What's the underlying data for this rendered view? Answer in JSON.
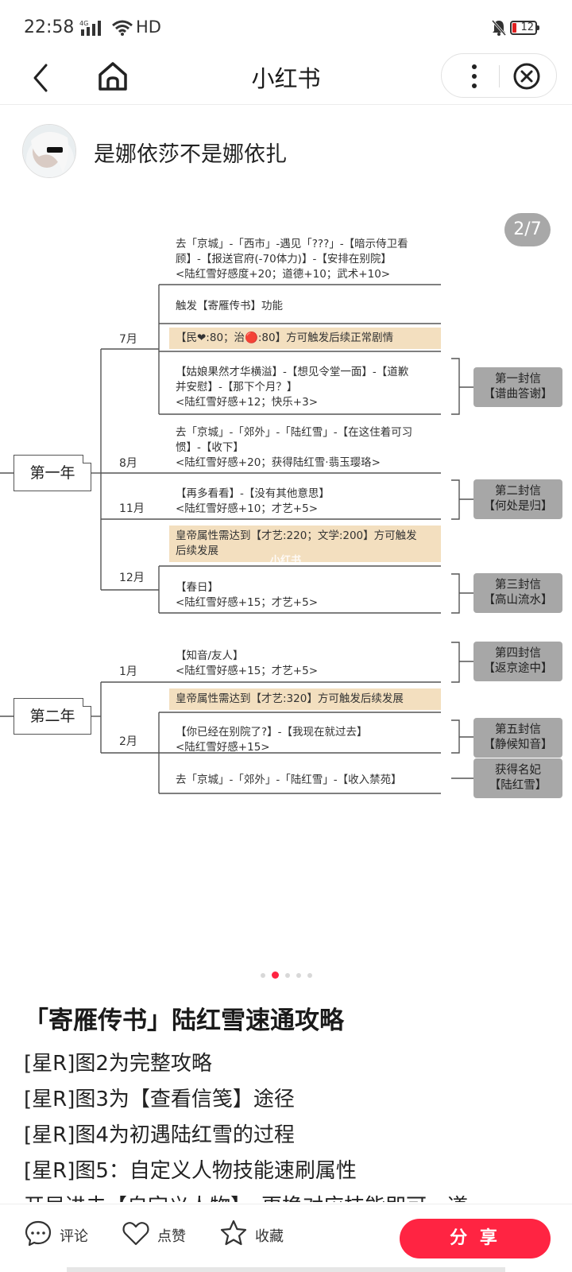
{
  "status_bar": {
    "time": "22:58",
    "network": "4G",
    "hd": "HD",
    "battery": "12"
  },
  "nav": {
    "title": "小红书"
  },
  "author": {
    "name": "是娜依莎不是娜依扎"
  },
  "image": {
    "page_indicator": "2/7",
    "watermark": "小红书",
    "year1": "第一年",
    "year2": "第二年",
    "months": {
      "m7": "7月",
      "m8": "8月",
      "m11": "11月",
      "m12": "12月",
      "m1": "1月",
      "m2": "2月"
    },
    "nodes": {
      "n1": "去「京城」-「西市」-遇见「???」-【暗示侍卫看\n顾】-【报送官府(-70体力)】-【安排在别院】\n<陆红雪好感度+20；道德+10；武术+10>",
      "n2": "触发【寄雁传书】功能",
      "n3": "【民❤:80；治🔴:80】方可触发后续正常剧情",
      "n4": "【姑娘果然才华横溢】-【想见令堂一面】-【道歉\n并安慰】-【那下个月？】\n<陆红雪好感+12；快乐+3>",
      "n5": "去「京城」-「郊外」-「陆红雪」-【在这住着可习\n惯】-【收下】\n<陆红雪好感+20；获得陆红雪·翡玉璎珞>",
      "n6": "【再多看看】-【没有其他意思】\n<陆红雪好感+10；才艺+5>",
      "n7": "皇帝属性需达到【才艺:220；文学:200】方可触发\n后续发展",
      "n8": "【春日】\n<陆红雪好感+15；才艺+5>",
      "n9": "【知音/友人】\n<陆红雪好感+15；才艺+5>",
      "n10": "皇帝属性需达到【才艺:320】方可触发后续发展",
      "n11": "【你已经在别院了?】-【我现在就过去】\n<陆红雪好感+15>",
      "n12": "去「京城」-「郊外」-「陆红雪」-【收入禁苑】"
    },
    "letters": {
      "l1": "第一封信\n【谱曲答谢】",
      "l2": "第二封信\n【何处是归】",
      "l3": "第三封信\n【高山流水】",
      "l4": "第四封信\n【返京途中】",
      "l5": "第五封信\n【静候知音】",
      "l6": "获得名妃\n【陆红雪】"
    },
    "colors": {
      "highlight": "#f3dfbf",
      "letter_box": "#a7a7a7"
    }
  },
  "carousel": {
    "count": 5,
    "active": 2
  },
  "post": {
    "title": "「寄雁传书」陆红雪速通攻略",
    "lines": [
      "[星R]图2为完整攻略",
      "[星R]图3为【查看信笺】途径",
      "[星R]图4为初遇陆红雪的过程",
      "[星R]图5：自定义人物技能速刷属性",
      "开局进去【自定义人物】，更换对应技能即可，道"
    ]
  },
  "bottom_bar": {
    "comment": "评论",
    "like": "点赞",
    "collect": "收藏",
    "share": "分 享",
    "accent": "#ff2442"
  }
}
